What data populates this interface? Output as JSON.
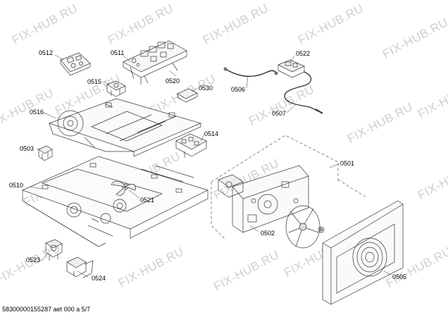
{
  "watermark": "FIX-HUB.RU",
  "colors": {
    "line": "#333333",
    "watermark": "#cfcfcf",
    "dash": "#555555"
  },
  "parts": [
    "0512",
    "0511",
    "0520",
    "0515",
    "0530",
    "0516",
    "0514",
    "0503",
    "0510",
    "0521",
    "0523",
    "0524",
    "0522",
    "0506",
    "0507",
    "0501",
    "0502",
    "0505"
  ],
  "footer": "58300000155287 aet 000 a 5/7"
}
